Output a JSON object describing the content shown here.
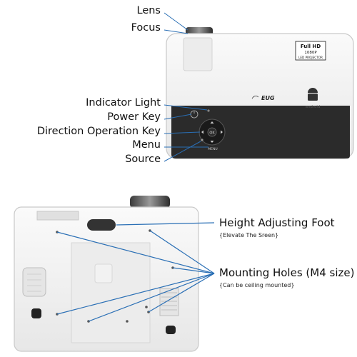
{
  "labels": {
    "lens": "Lens",
    "focus": "Focus",
    "indicator_light": "Indicator Light",
    "power_key": "Power Key",
    "direction_key": "Direction Operation Key",
    "menu": "Menu",
    "source": "Source",
    "height_foot": "Height Adjusting Foot",
    "height_foot_note": "{Elevate The Sreen}",
    "mounting_holes": "Mounting Holes (M4 size)",
    "mounting_holes_note": "{Can be ceiling mounted}"
  },
  "device": {
    "brand": "EUG",
    "badge_line1": "Full HD",
    "badge_line2": "1080P",
    "badge_line3": "LED PROJECTOR",
    "android": "android",
    "ok": "OK",
    "menu_key": "MENU"
  },
  "colors": {
    "accent": "#2a6fb5",
    "body": "#f4f4f4",
    "panel": "#2b2b2b"
  }
}
